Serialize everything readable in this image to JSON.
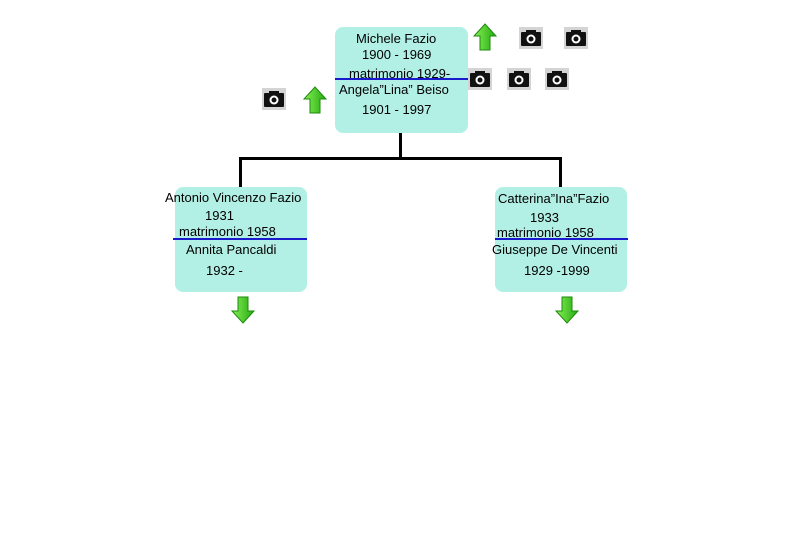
{
  "tree": {
    "root": {
      "husband_name": "Michele Fazio",
      "husband_years": "1900 - 1969",
      "marriage": "matrimonio 1929-",
      "wife_name": "Angela”Lina” Beiso",
      "wife_years": "1901 - 1997"
    },
    "children": [
      {
        "name": "Antonio Vincenzo Fazio",
        "birth": "1931",
        "marriage": "matrimonio 1958",
        "spouse_name": "Annita Pancaldi",
        "spouse_years": "1932 -"
      },
      {
        "name": "Catterina”Ina”Fazio",
        "birth": "1933",
        "marriage": "matrimonio 1958",
        "spouse_name": "Giuseppe De Vincenti",
        "spouse_years": "1929 -1999"
      }
    ]
  },
  "colors": {
    "box_fill": "#b2f0e6",
    "marriage_line": "#1a1acc",
    "connector": "#000000",
    "arrow_green": "#33cc11"
  },
  "icons": {
    "photo": "camera-icon",
    "up": "arrow-up-icon",
    "down": "arrow-down-icon"
  }
}
